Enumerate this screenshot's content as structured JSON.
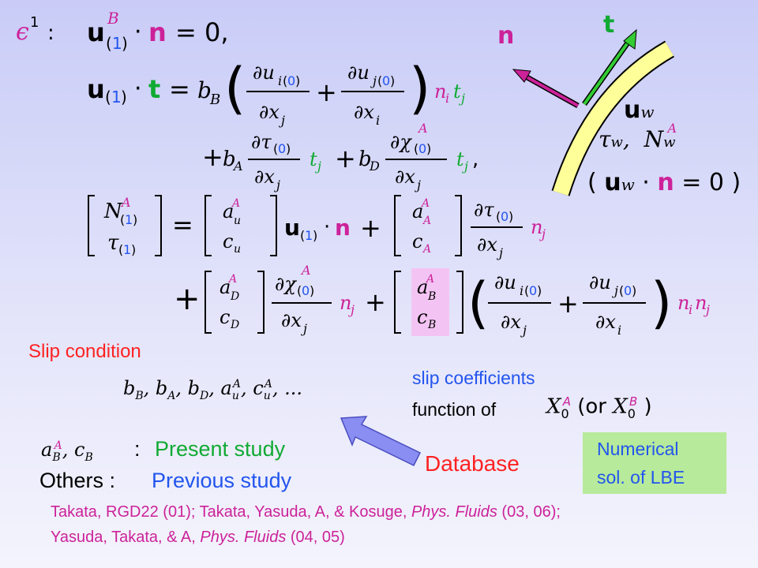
{
  "colors": {
    "background": "#d4d6f7",
    "red": "#ff2222",
    "blue": "#2255ee",
    "green": "#11aa33",
    "magenta": "#cc2299",
    "surface_yellow": "#ffff99",
    "database_green": "#b7ea9a",
    "highlight_pink": "#f3c4f3",
    "arrow_blue": "#8a8ef2"
  },
  "equations": {
    "order_label": "ϵ¹ :",
    "eq1": "u(1)B · n = 0,",
    "eq2": "u(1) · t = bB (∂ui(0)/∂xj + ∂uj(0)/∂xi) ni tj",
    "eq3": "+ bA ∂τ(0)/∂xj tj + bD ∂χA(0)/∂xj tj,",
    "eq4": "[N(1)A ; τ(1)] = [auA ; cu] u(1)·n + [aAA ; cA] ∂τ(0)/∂xj nj",
    "eq5": "+ [aDA ; cD] ∂χA(0)/∂xj nj + [aBA ; cB] (∂ui(0)/∂xj + ∂uj(0)/∂xi) ni nj"
  },
  "figure": {
    "n_label": "n",
    "t_label": "t",
    "uw_label": "uw",
    "tau_label": "τw,  NwA",
    "condition": "( uw · n = 0 )"
  },
  "slip": {
    "title": "Slip condition",
    "coefficients": "bB, bA, bD, auA, cuA, ...",
    "coeff_label": "slip coefficients",
    "function_of": "function of",
    "function_vars": "X0A (or X0B )"
  },
  "study": {
    "present_symbols": "aBA, cB",
    "present_colon": ":",
    "present_text": "Present study",
    "others_label": "Others :",
    "previous_text": "Previous study"
  },
  "database": {
    "label": "Database",
    "box_line1": "Numerical",
    "box_line2": "sol. of LBE"
  },
  "references": {
    "line1": "Takata, RGD22 (01); Takata, Yasuda, A, & Kosuge, Phys. Fluids (03, 06);",
    "line2": "Yasuda, Takata, & A, Phys. Fluids (04, 05)"
  }
}
